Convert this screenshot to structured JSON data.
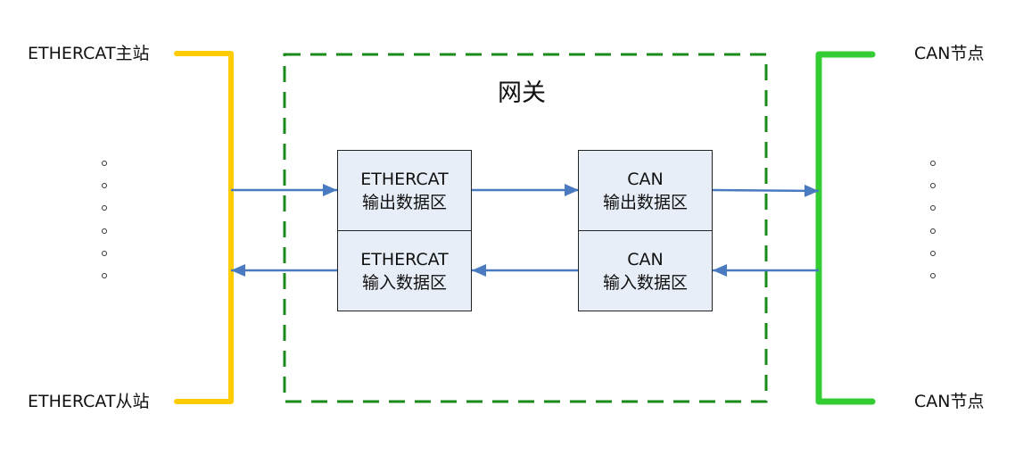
{
  "diagram": {
    "title": "网关",
    "left": {
      "top_label": "ETHERCAT主站",
      "bottom_label": "ETHERCAT从站",
      "bus_color": "#ffcc00",
      "ellipsis_count": 6
    },
    "right": {
      "top_label": "CAN节点",
      "bottom_label": "CAN节点",
      "bus_color": "#33cc33",
      "ellipsis_count": 6
    },
    "gateway_border_color": "#1a8a1a",
    "arrow_color": "#4a7abf",
    "box_fill": "#e8eef8",
    "boxes": {
      "ethercat_out": {
        "line1": "ETHERCAT",
        "line2": "输出数据区"
      },
      "ethercat_in": {
        "line1": "ETHERCAT",
        "line2": "输入数据区"
      },
      "can_out": {
        "line1": "CAN",
        "line2": "输出数据区"
      },
      "can_in": {
        "line1": "CAN",
        "line2": "输入数据区"
      }
    },
    "flows": [
      {
        "from": "ETHERCAT bus",
        "to": "ETHERCAT输出数据区"
      },
      {
        "from": "ETHERCAT输出数据区",
        "to": "CAN输出数据区"
      },
      {
        "from": "CAN输出数据区",
        "to": "CAN bus"
      },
      {
        "from": "CAN bus",
        "to": "CAN输入数据区"
      },
      {
        "from": "CAN输入数据区",
        "to": "ETHERCAT输入数据区"
      },
      {
        "from": "ETHERCAT输入数据区",
        "to": "ETHERCAT bus"
      }
    ]
  }
}
